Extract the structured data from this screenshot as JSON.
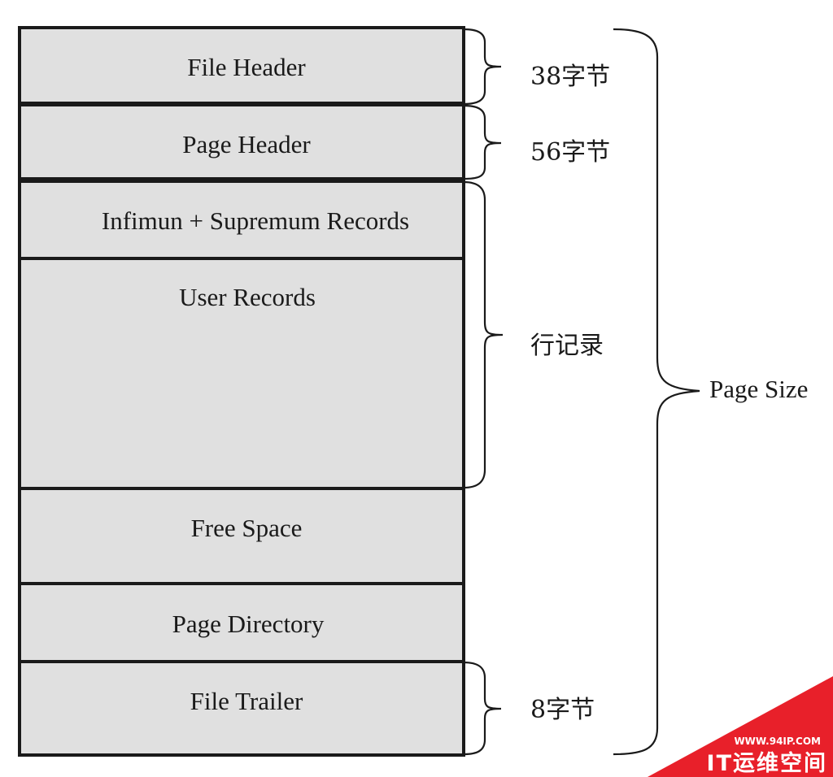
{
  "segments": [
    {
      "id": "file-header",
      "label": "File Header"
    },
    {
      "id": "page-header",
      "label": "Page Header"
    },
    {
      "id": "infimum-supremum",
      "label": "Infimun + Supremum Records"
    },
    {
      "id": "user-records",
      "label": "User Records"
    },
    {
      "id": "free-space",
      "label": "Free Space"
    },
    {
      "id": "page-directory",
      "label": "Page Directory"
    },
    {
      "id": "file-trailer",
      "label": "File Trailer"
    }
  ],
  "braces": {
    "file_header_size": "38字节",
    "page_header_size": "56字节",
    "row_records": "行记录",
    "file_trailer_size": "8字节",
    "page_size": "Page Size"
  },
  "watermark": {
    "url": "WWW.94IP.COM",
    "text": "IT运维空间",
    "color": "#e8202a"
  },
  "colors": {
    "box_fill": "#e0e0e0",
    "stroke": "#1a1a1a"
  }
}
